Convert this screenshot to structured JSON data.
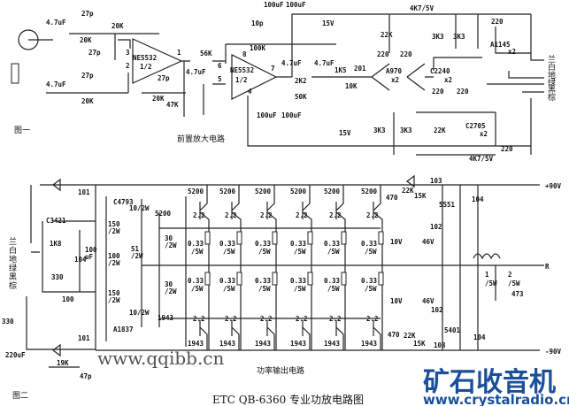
{
  "fig1": {
    "caption": "图一",
    "section_title": "前置放大电路",
    "labels": [
      "4.7uF",
      "27p",
      "20K",
      "20K",
      "27p",
      "3",
      "2",
      "NE5532",
      "1/2",
      "1",
      "4.7uF",
      "27p",
      "20K",
      "27p",
      "20K",
      "47K",
      "56K",
      "4.7uF",
      "8",
      "6",
      "5",
      "NE5532",
      "1/2",
      "7",
      "4",
      "10p",
      "100K",
      "100uF",
      "100uF",
      "15V",
      "4.7uF",
      "4.7uF",
      "2K2",
      "1K5",
      "201",
      "10K",
      "50K",
      "100uF",
      "100uF",
      "15V",
      "22K",
      "220",
      "220",
      "A970",
      "x2",
      "3K3",
      "3K3",
      "C2240",
      "x2",
      "220",
      "220",
      "22K",
      "3K3",
      "3K3",
      "220",
      "A1145",
      "x2",
      "C2705",
      "x2",
      "220",
      "4K7/5V",
      "4K7/5V"
    ],
    "terminals": [
      "兰",
      "白",
      "地",
      "绿",
      "黑",
      "棕"
    ]
  },
  "fig2": {
    "caption": "图二",
    "section_title": "功率输出电路",
    "labels": [
      "101",
      "C4793",
      "10/2W",
      "5200",
      "C3421",
      "1K8",
      "104",
      "100",
      "uF",
      "330",
      "100",
      "150",
      "/2W",
      "100",
      "/2W",
      "150",
      "/2W",
      "51",
      "/2W",
      "30",
      "/2W",
      "30",
      "/2W",
      "10/2W",
      "1943",
      "A1837",
      "101",
      "330",
      "220uF",
      "19K",
      "47p",
      "470",
      "22K",
      "15K",
      "5551",
      "102",
      "103",
      "104",
      "10V",
      "46V",
      "10V",
      "46V",
      "102",
      "5401",
      "22K",
      "15K",
      "103",
      "104",
      "+90V",
      "-90V",
      "R",
      "1",
      "/5W",
      "2",
      "/5W",
      "473",
      "470"
    ],
    "output_transistors_top": [
      "5200",
      "5200",
      "5200",
      "5200",
      "5200",
      "5200"
    ],
    "output_transistors_bottom": [
      "1943",
      "1943",
      "1943",
      "1943",
      "1943",
      "1943"
    ],
    "base_resistor": "2.2",
    "emitter_resistor": "0.33",
    "emitter_resistor_rating": "/5W",
    "terminals": [
      "兰",
      "白",
      "地",
      "绿",
      "黑",
      "棕"
    ]
  },
  "footer": {
    "title": "ETC QB-6360 专业功放电路图"
  },
  "watermarks": {
    "site1": "www.qqibb.cn",
    "brand": "矿石收音机",
    "site2": "www.crystalradio.cn"
  }
}
